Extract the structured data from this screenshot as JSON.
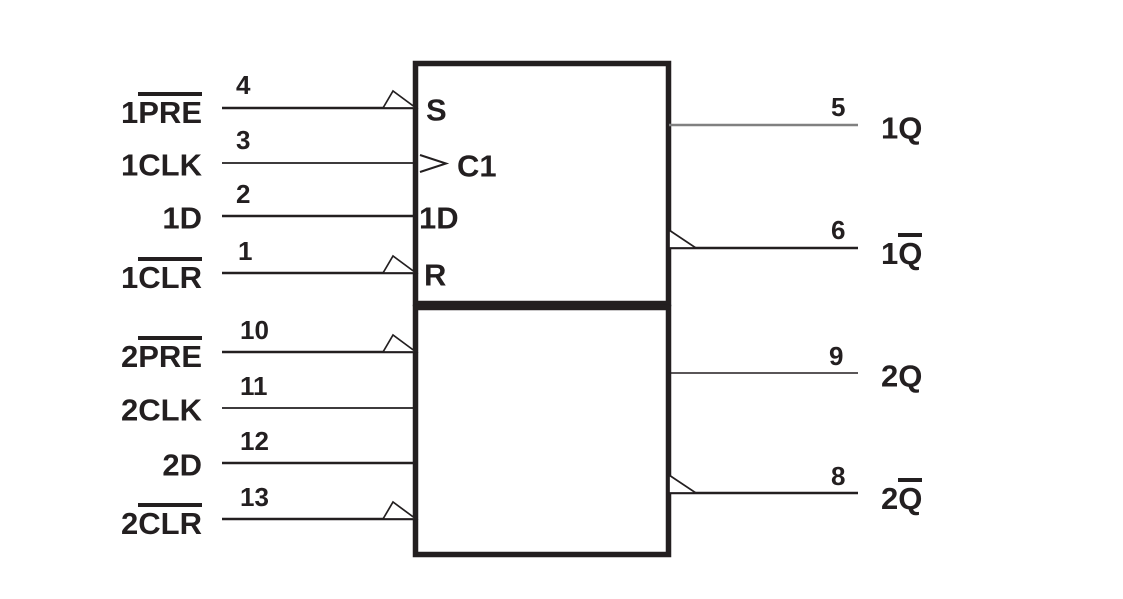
{
  "colors": {
    "ink": "#231f20",
    "output_1q_line": "#808080",
    "flag_fill": "#ffffff",
    "background": "#ffffff"
  },
  "left_pins": [
    {
      "number": "4",
      "label_plain": "1",
      "label_over": "PRE"
    },
    {
      "number": "3",
      "label_plain": "1CLK",
      "label_over": ""
    },
    {
      "number": "2",
      "label_plain": "1D",
      "label_over": ""
    },
    {
      "number": "1",
      "label_plain": "1",
      "label_over": "CLR"
    },
    {
      "number": "10",
      "label_plain": "2",
      "label_over": "PRE"
    },
    {
      "number": "11",
      "label_plain": "2CLK",
      "label_over": ""
    },
    {
      "number": "12",
      "label_plain": "2D",
      "label_over": ""
    },
    {
      "number": "13",
      "label_plain": "2",
      "label_over": "CLR"
    }
  ],
  "right_pins": [
    {
      "number": "5",
      "label_plain": "1Q",
      "label_over": ""
    },
    {
      "number": "6",
      "label_plain": "1",
      "label_over": "Q"
    },
    {
      "number": "9",
      "label_plain": "2Q",
      "label_over": ""
    },
    {
      "number": "8",
      "label_plain": "2",
      "label_over": "Q"
    }
  ],
  "internal": {
    "set": "S",
    "clock": "C1",
    "data": "1D",
    "reset": "R"
  }
}
